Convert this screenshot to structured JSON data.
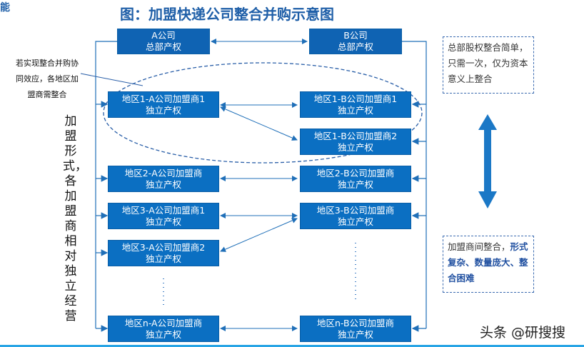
{
  "header": {
    "cutoff_text": "能",
    "title": "图：加盟快递公司整合并购示意图"
  },
  "hq": {
    "a": {
      "line1": "A公司",
      "line2": "总部产权"
    },
    "b": {
      "line1": "B公司",
      "line2": "总部产权"
    }
  },
  "side_note": "若实现整合并购协同效应，各地区加盟商需整合",
  "vertical_label": "加盟形式，各加盟商相对独立经营",
  "franchisees": {
    "r1a": {
      "line1": "地区1-A公司加盟商1",
      "line2": "独立产权"
    },
    "r1b1": {
      "line1": "地区1-B公司加盟商1",
      "line2": "独立产权"
    },
    "r1b2": {
      "line1": "地区1-B公司加盟商2",
      "line2": "独立产权"
    },
    "r2a": {
      "line1": "地区2-A公司加盟商",
      "line2": "独立产权"
    },
    "r2b": {
      "line1": "地区2-B公司加盟商",
      "line2": "独立产权"
    },
    "r3a1": {
      "line1": "地区3-A公司加盟商1",
      "line2": "独立产权"
    },
    "r3b": {
      "line1": "地区3-B公司加盟商",
      "line2": "独立产权"
    },
    "r3a2": {
      "line1": "地区3-A公司加盟商2",
      "line2": "独立产权"
    },
    "rna": {
      "line1": "地区n-A公司加盟商",
      "line2": "独立产权"
    },
    "rnb": {
      "line1": "地区n-B公司加盟商",
      "line2": "独立产权"
    }
  },
  "notes": {
    "top": "总部股权整合简单，只需一次，仅为资本意义上整合",
    "bottom_plain": "加盟商间整合，",
    "bottom_bold": "形式复杂、数量庞大、整合困难"
  },
  "watermark": "头条 @研搜搜",
  "colors": {
    "box": "#0b6fc2",
    "arrow": "#1f6fb8",
    "title": "#1f5fa8"
  }
}
